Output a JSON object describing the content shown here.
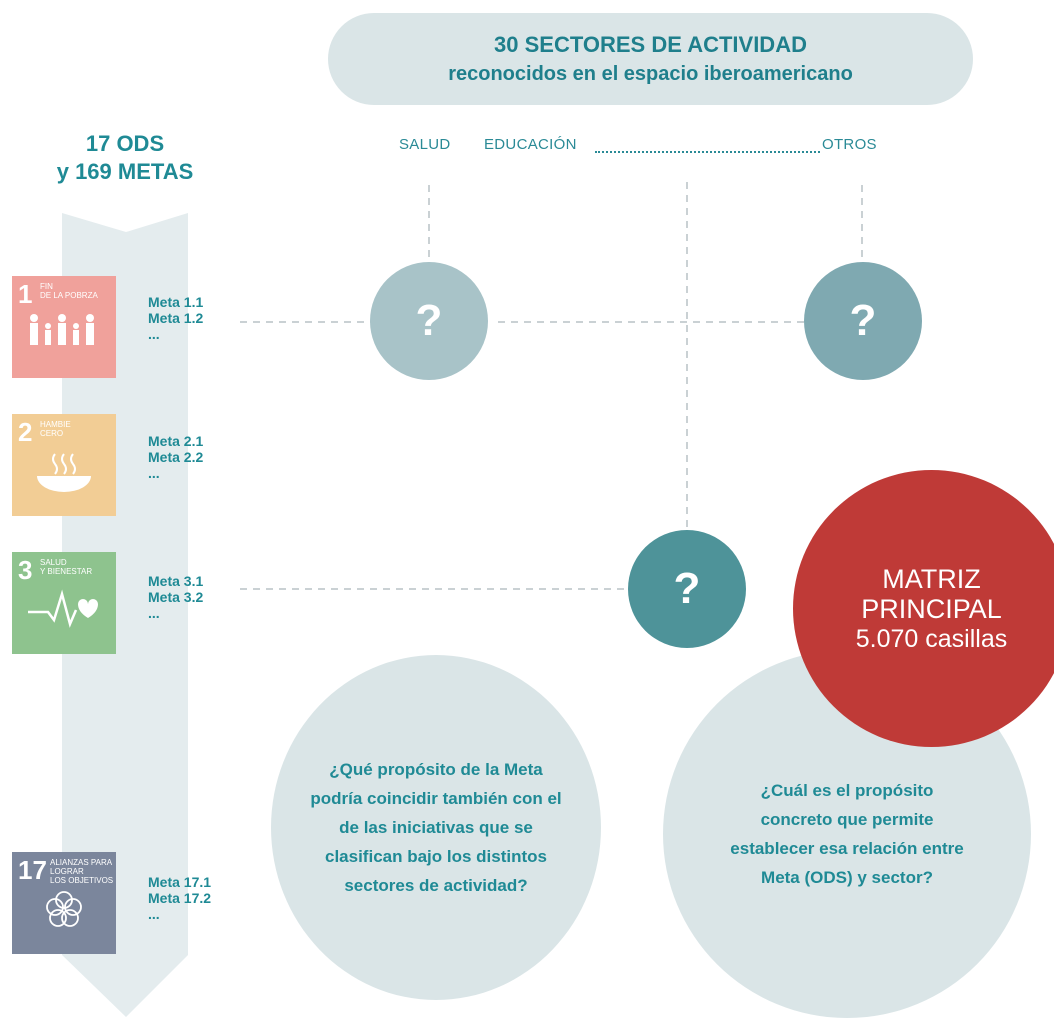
{
  "header": {
    "line1": "30 SECTORES DE ACTIVIDAD",
    "line2": "reconocidos en el espacio iberoamericano"
  },
  "ods_title": {
    "line1": "17 ODS",
    "line2": "y 169 METAS"
  },
  "sectors": {
    "s1": "SALUD",
    "s2": "EDUCACIÓN",
    "s3": "OTROS"
  },
  "goals": [
    {
      "num": "1",
      "label1": "FIN",
      "label2": "DE LA POBRZA",
      "color": "#f0a19b",
      "icon": "family-icon",
      "meta1": "Meta 1.1",
      "meta2": "Meta 1.2",
      "more": "..."
    },
    {
      "num": "2",
      "label1": "HAMBIE",
      "label2": "CERO",
      "color": "#f2cd95",
      "icon": "bowl-icon",
      "meta1": "Meta 2.1",
      "meta2": "Meta 2.2",
      "more": "..."
    },
    {
      "num": "3",
      "label1": "SALUD",
      "label2": "Y BIENESTAR",
      "color": "#8ec38e",
      "icon": "heartbeat-icon",
      "meta1": "Meta 3.1",
      "meta2": "Meta 3.2",
      "more": "..."
    },
    {
      "num": "17",
      "label1": "ALIANZAS PARA",
      "label2": "LOGRaR",
      "label3": "LOS OBJETIVOS",
      "color": "#7b869c",
      "icon": "flower-icon",
      "meta1": "Meta 17.1",
      "meta2": "Meta 17.2",
      "more": "..."
    }
  ],
  "question_mark": "?",
  "matrix": {
    "line1": "MATRIZ",
    "line2": "PRINCIPAL",
    "line3": "5.070 casillas"
  },
  "bubbles": {
    "left": "¿Qué propósito de la Meta podría coincidir también con el de las iniciativas que se clasifican bajo los distintos sectores de actividad?",
    "right": "¿Cuál es el propósito concreto que permite establecer esa relación entre Meta (ODS) y sector?"
  },
  "colors": {
    "teal": "#1f8a95",
    "q1": "#a8c3c8",
    "q2": "#7fa9b1",
    "q3": "#4e9399",
    "matrix": "#bf3a37",
    "bubble": "#dae5e7",
    "arrow": "#e4ecee"
  }
}
